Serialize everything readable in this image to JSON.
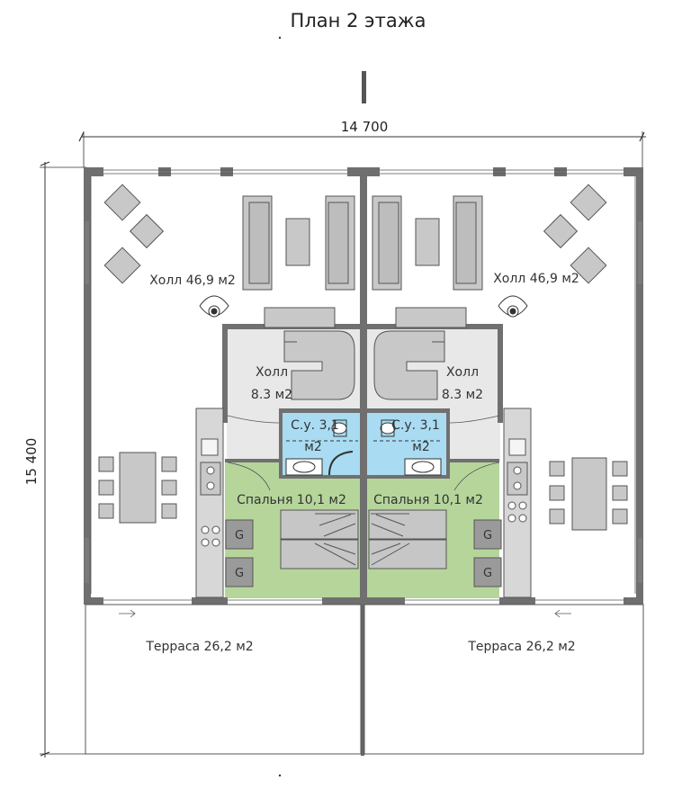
{
  "title": "План 2 этажа",
  "dimensions": {
    "width": "14 700",
    "height": "15 400"
  },
  "rooms": {
    "hall_large_left": "Холл 46,9 м2",
    "hall_large_right": "Холл 46,9 м2",
    "hall_small_left_name": "Холл",
    "hall_small_left_area": "8.3 м2",
    "hall_small_right_name": "Холл",
    "hall_small_right_area": "8.3 м2",
    "bath_left_name": "С.у. 3,1",
    "bath_left_area": "м2",
    "bath_right_name": "С.у. 3,1",
    "bath_right_area": "м2",
    "bedroom_left": "Спальня 10,1 м2",
    "bedroom_right": "Спальня 10,1 м2",
    "terrace_left": "Терраса 26,2 м2",
    "terrace_right": "Терраса 26,2 м2"
  },
  "appliance_marks": {
    "g1": "G",
    "g2": "G",
    "g3": "G",
    "g4": "G"
  },
  "colors": {
    "wall": "#6f6f6f",
    "furniture": "#c8c8c8",
    "furniture_stroke": "#555555",
    "bedroom_floor": "#b5d49a",
    "bath_floor": "#a7dcf2",
    "hall_floor": "#e6e6e6",
    "column": "#777777"
  }
}
